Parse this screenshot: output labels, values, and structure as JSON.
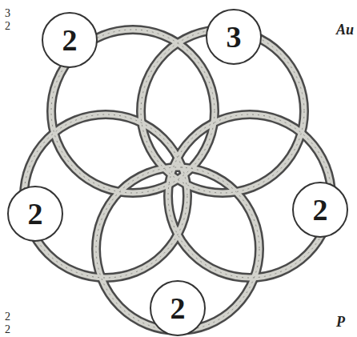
{
  "diagram": {
    "nodes": [
      {
        "text": [
          "2"
        ]
      },
      {
        "text": [
          "3"
        ]
      },
      {
        "text": [
          "2"
        ]
      },
      {
        "text": [
          "2"
        ]
      },
      {
        "text": [
          "2"
        ]
      }
    ],
    "labels": [
      "3",
      "2",
      "Au",
      "2",
      "2",
      "P"
    ]
  }
}
